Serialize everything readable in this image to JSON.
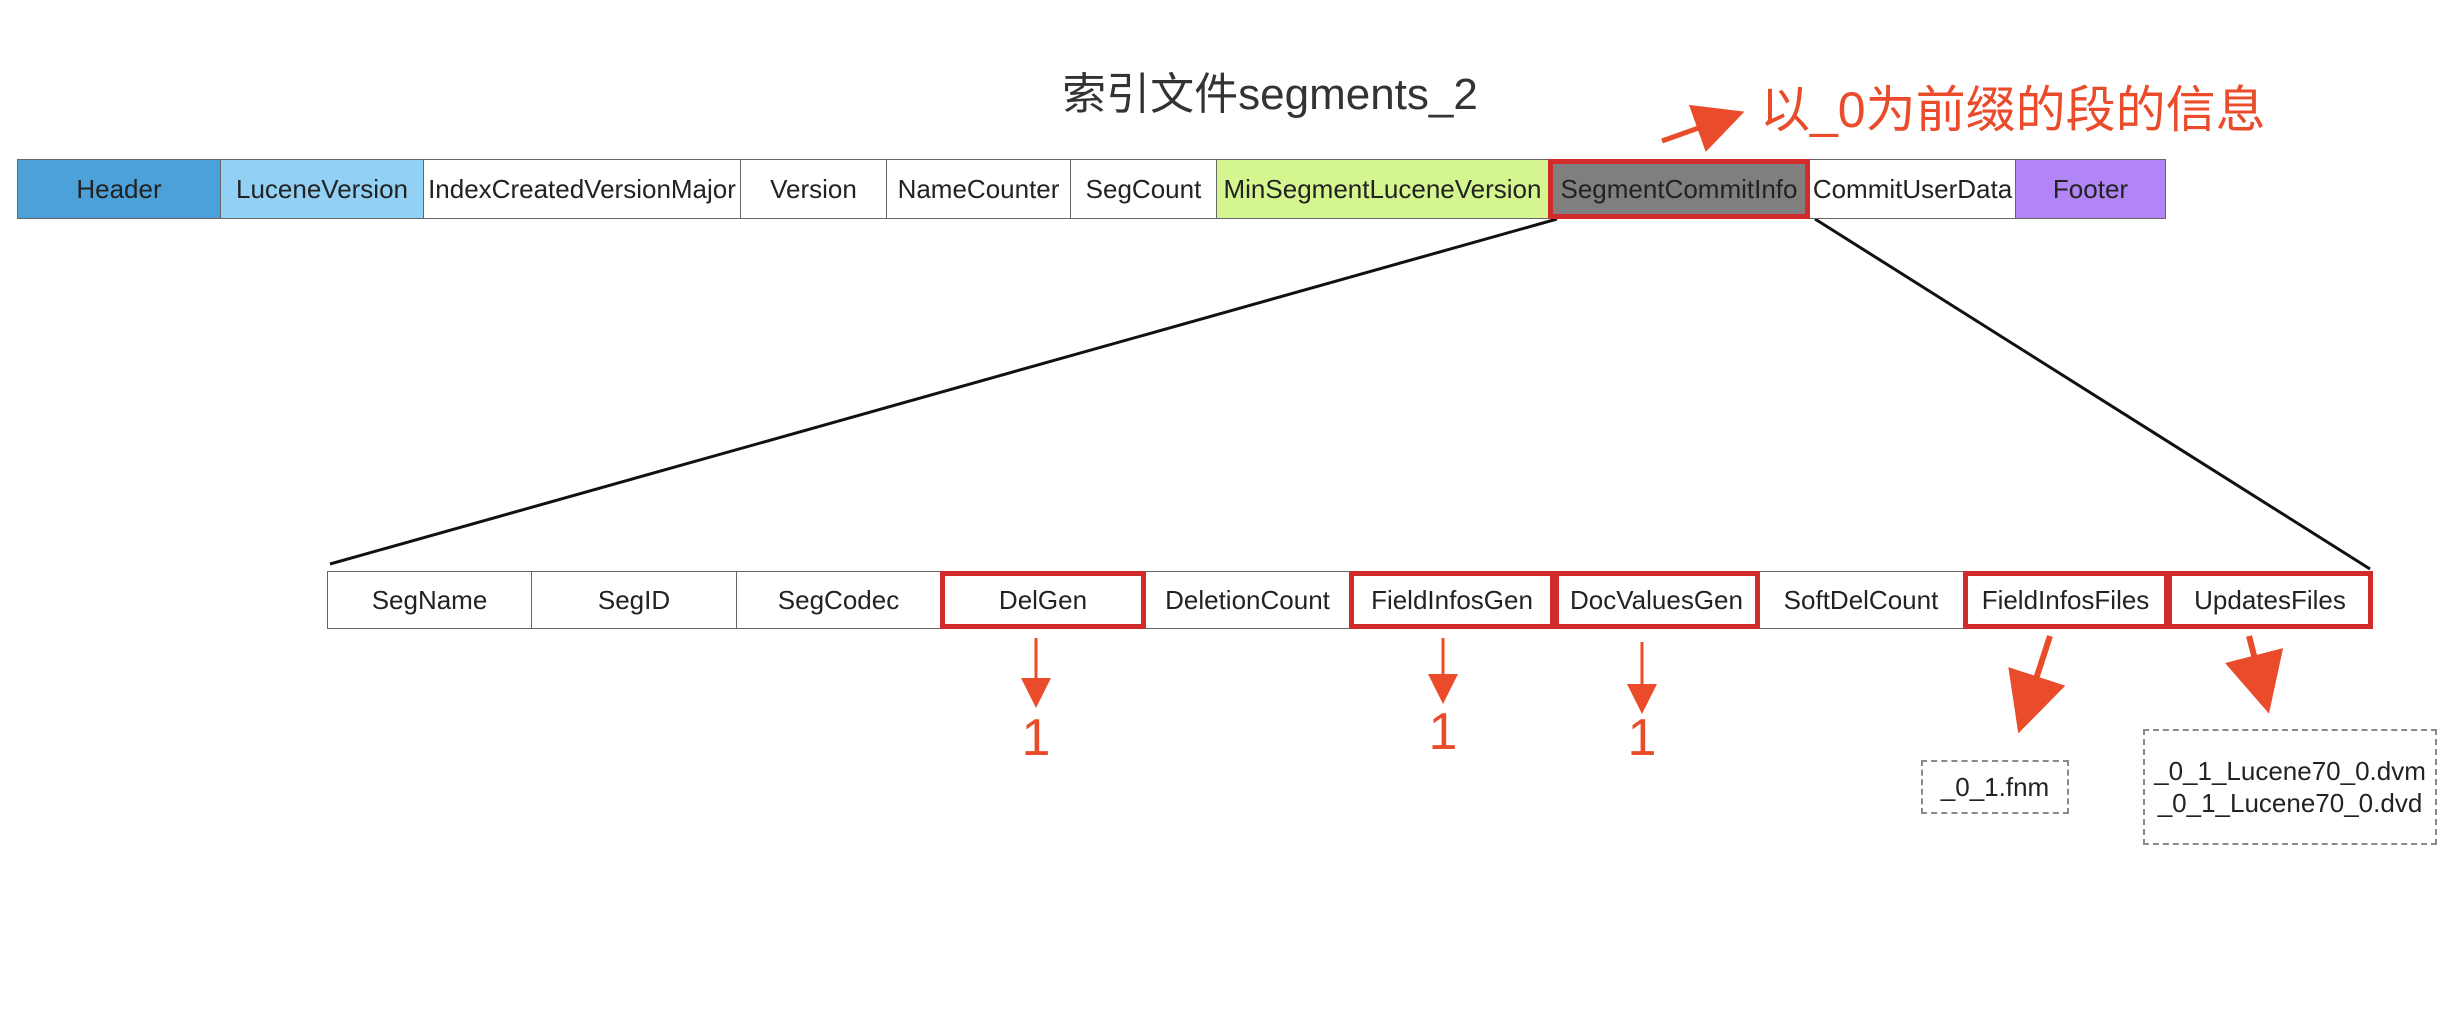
{
  "title": "索引文件segments_2",
  "annotation": "以_0为前缀的段的信息",
  "colors": {
    "accent_red": "#d22b2b",
    "arrow_orange": "#ea4b2b",
    "header": "#4ba1d8",
    "lucene_version": "#92d1f5",
    "min_segment_lucene_version": "#d5f58f",
    "segment_commit_info": "#7f7f7f",
    "footer": "#b185f5"
  },
  "segments_row": [
    {
      "label": "Header",
      "fill": "#4ba1d8",
      "highlight": false
    },
    {
      "label": "LuceneVersion",
      "fill": "#92d1f5",
      "highlight": false
    },
    {
      "label": "IndexCreatedVersionMajor",
      "fill": "#ffffff",
      "highlight": false
    },
    {
      "label": "Version",
      "fill": "#ffffff",
      "highlight": false
    },
    {
      "label": "NameCounter",
      "fill": "#ffffff",
      "highlight": false
    },
    {
      "label": "SegCount",
      "fill": "#ffffff",
      "highlight": false
    },
    {
      "label": "MinSegmentLuceneVersion",
      "fill": "#d5f58f",
      "highlight": false
    },
    {
      "label": "SegmentCommitInfo",
      "fill": "#7f7f7f",
      "highlight": true
    },
    {
      "label": "CommitUserData",
      "fill": "#ffffff",
      "highlight": false
    },
    {
      "label": "Footer",
      "fill": "#b185f5",
      "highlight": false
    }
  ],
  "commit_info_row": [
    {
      "label": "SegName",
      "highlight": false
    },
    {
      "label": "SegID",
      "highlight": false
    },
    {
      "label": "SegCodec",
      "highlight": false
    },
    {
      "label": "DelGen",
      "highlight": true
    },
    {
      "label": "DeletionCount",
      "highlight": false
    },
    {
      "label": "FieldInfosGen",
      "highlight": true
    },
    {
      "label": "DocValuesGen",
      "highlight": true
    },
    {
      "label": "SoftDelCount",
      "highlight": false
    },
    {
      "label": "FieldInfosFiles",
      "highlight": true
    },
    {
      "label": "UpdatesFiles",
      "highlight": true
    }
  ],
  "values": {
    "del_gen": "1",
    "field_infos_gen": "1",
    "doc_values_gen": "1"
  },
  "files": {
    "field_infos_files": [
      "_0_1.fnm"
    ],
    "updates_files": [
      "_0_1_Lucene70_0.dvm",
      "_0_1_Lucene70_0.dvd"
    ]
  }
}
